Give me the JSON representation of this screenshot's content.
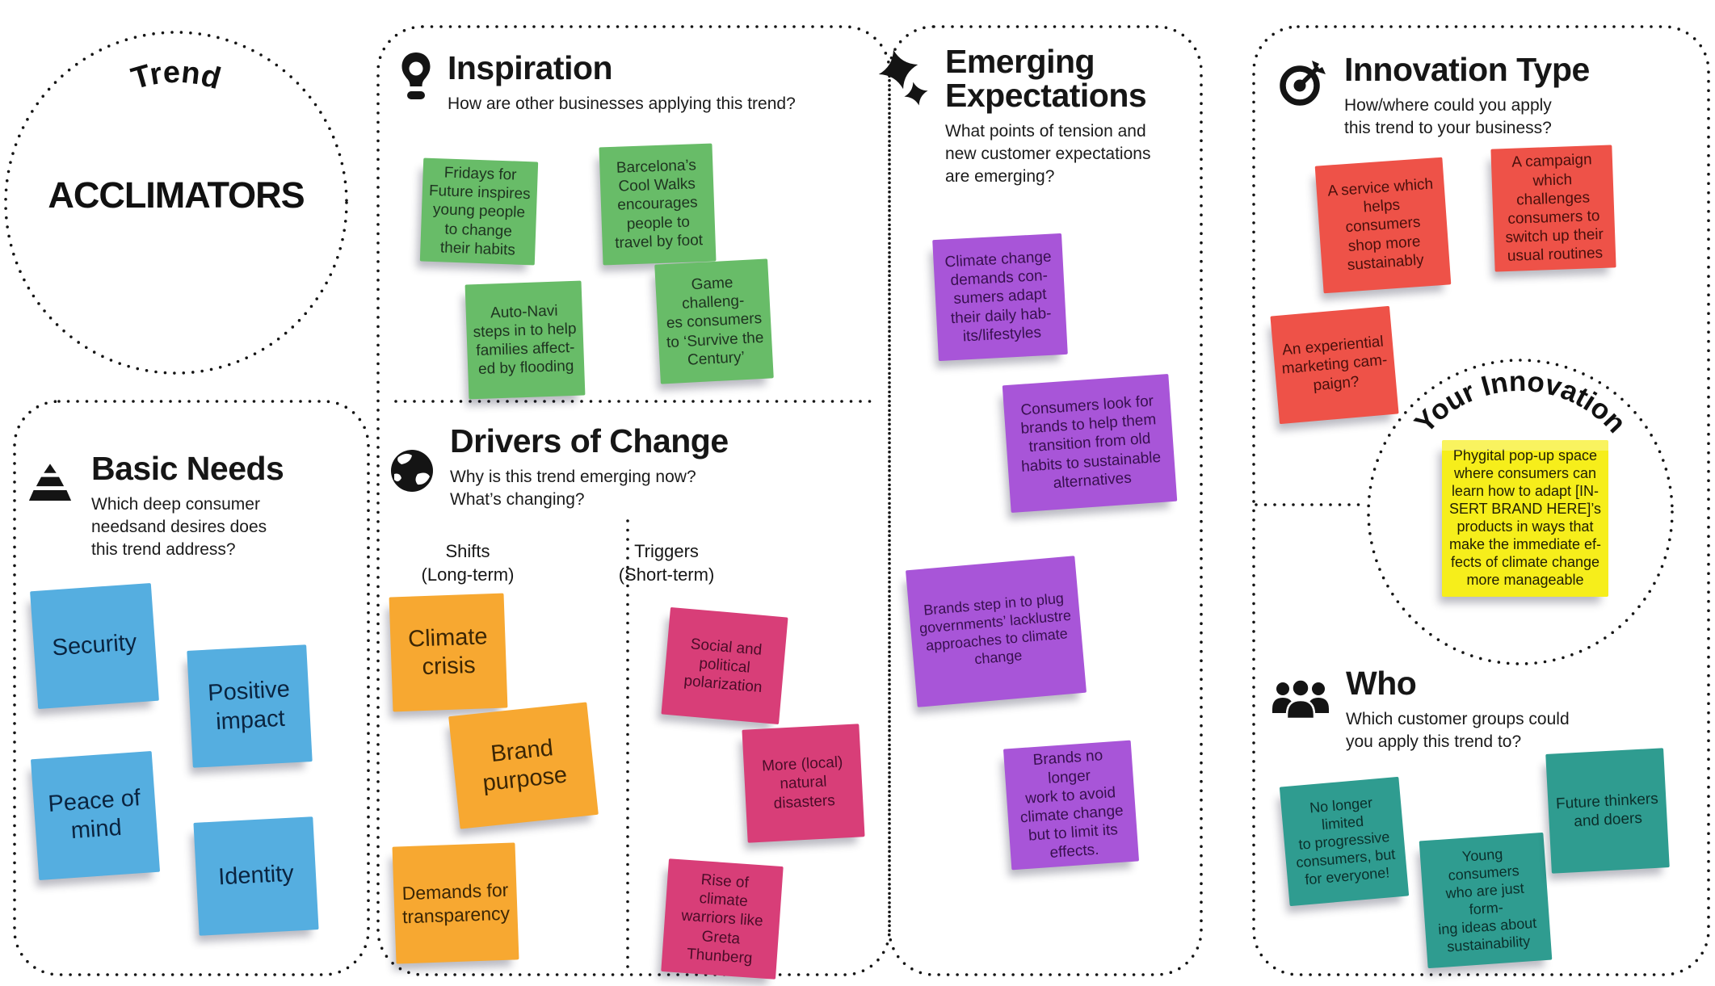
{
  "trend": {
    "label": "Trend",
    "name": "ACCLIMATORS"
  },
  "your_innovation": {
    "label": "Your Innovation",
    "note": "Phygital pop-up space\nwhere consumers can\nlearn how to adapt [IN-\nSERT BRAND HERE]’s\nproducts in ways that\nmake the immediate ef-\nfects of climate change\nmore manageable"
  },
  "sections": {
    "inspiration": {
      "title": "Inspiration",
      "subtitle": "How are other businesses applying this trend?",
      "icon": "lightbulb-icon",
      "notes": [
        {
          "text": "Fridays for\nFuture inspires\nyoung people\nto change\ntheir habits"
        },
        {
          "text": "Barcelona’s\nCool Walks\nencourages\npeople to\ntravel by foot"
        },
        {
          "text": "Auto-Navi\nsteps in to help\nfamilies affect-\ned by flooding"
        },
        {
          "text": "Game challeng-\nes consumers\nto ‘Survive the\nCentury’"
        }
      ]
    },
    "basic_needs": {
      "title": "Basic Needs",
      "subtitle": "Which deep consumer\nneedsand desires does\nthis trend address?",
      "icon": "pyramid-icon",
      "notes": [
        {
          "text": "Security"
        },
        {
          "text": "Positive\nimpact"
        },
        {
          "text": "Peace of\nmind"
        },
        {
          "text": "Identity"
        }
      ]
    },
    "drivers": {
      "title": "Drivers of Change",
      "subtitle": "Why is this trend emerging now?\nWhat’s changing?",
      "icon": "globe-icon",
      "shifts_label": "Shifts\n(Long-term)",
      "triggers_label": "Triggers\n(Short-term)",
      "shifts_notes": [
        {
          "text": "Climate\ncrisis"
        },
        {
          "text": "Brand\npurpose"
        },
        {
          "text": "Demands for\ntransparency"
        }
      ],
      "triggers_notes": [
        {
          "text": "Social and\npolitical\npolarization"
        },
        {
          "text": "More (local)\nnatural\ndisasters"
        },
        {
          "text": "Rise of\nclimate\nwarriors like\nGreta Thunberg"
        }
      ]
    },
    "emerging": {
      "title": "Emerging\nExpectations",
      "subtitle": "What points of tension and\nnew customer expectations\nare emerging?",
      "icon": "sparkles-icon",
      "notes": [
        {
          "text": "Climate change\ndemands con-\nsumers adapt\ntheir daily hab-\nits/lifestyles"
        },
        {
          "text": "Consumers look for\nbrands to help them\ntransition from old\nhabits to sustainable\nalternatives"
        },
        {
          "text": "Brands step in to plug\ngovernments’ lacklustre\napproaches to climate\nchange"
        },
        {
          "text": "Brands no longer\nwork to avoid\nclimate change\nbut to limit its\neffects."
        }
      ]
    },
    "innovation_type": {
      "title": "Innovation Type",
      "subtitle": "How/where could you apply\nthis trend to your business?",
      "icon": "target-icon",
      "notes": [
        {
          "text": "A service which\nhelps consumers\nshop more\nsustainably"
        },
        {
          "text": "A campaign\nwhich challenges\nconsumers to\nswitch up their\nusual routines"
        },
        {
          "text": "An experiential\nmarketing cam-\npaign?"
        }
      ]
    },
    "who": {
      "title": "Who",
      "subtitle": "Which customer groups could\nyou apply this trend to?",
      "icon": "people-icon",
      "notes": [
        {
          "text": "No longer limited\nto progressive\nconsumers, but\nfor everyone!"
        },
        {
          "text": "Young consumers\nwho are just form-\ning ideas about\nsustainability"
        },
        {
          "text": "Future thinkers\nand doers"
        }
      ]
    }
  },
  "colors": {
    "green": "#68bc68",
    "purple": "#a855d8",
    "magenta": "#d83e78",
    "orange": "#f7a831",
    "red": "#ee5248",
    "yellow": "#f6ee1b",
    "teal": "#2f9c90",
    "blue": "#55aee0",
    "ink": "#141414"
  }
}
